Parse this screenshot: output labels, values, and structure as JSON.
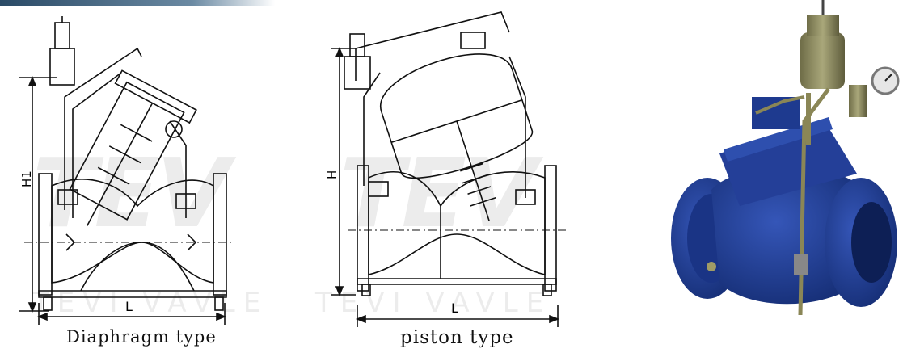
{
  "watermark": {
    "brand": "TEV",
    "sub": "TEVI VAVLE"
  },
  "diaphragm": {
    "caption": "Diaphragm type",
    "dim_height": "H1",
    "dim_length": "L"
  },
  "piston": {
    "caption": "piston type",
    "dim_height": "H",
    "dim_length": "L"
  },
  "colors": {
    "valve_body": "#1f3f95",
    "pilot_brass": "#8c8a5e",
    "drawing_line": "#111111"
  }
}
